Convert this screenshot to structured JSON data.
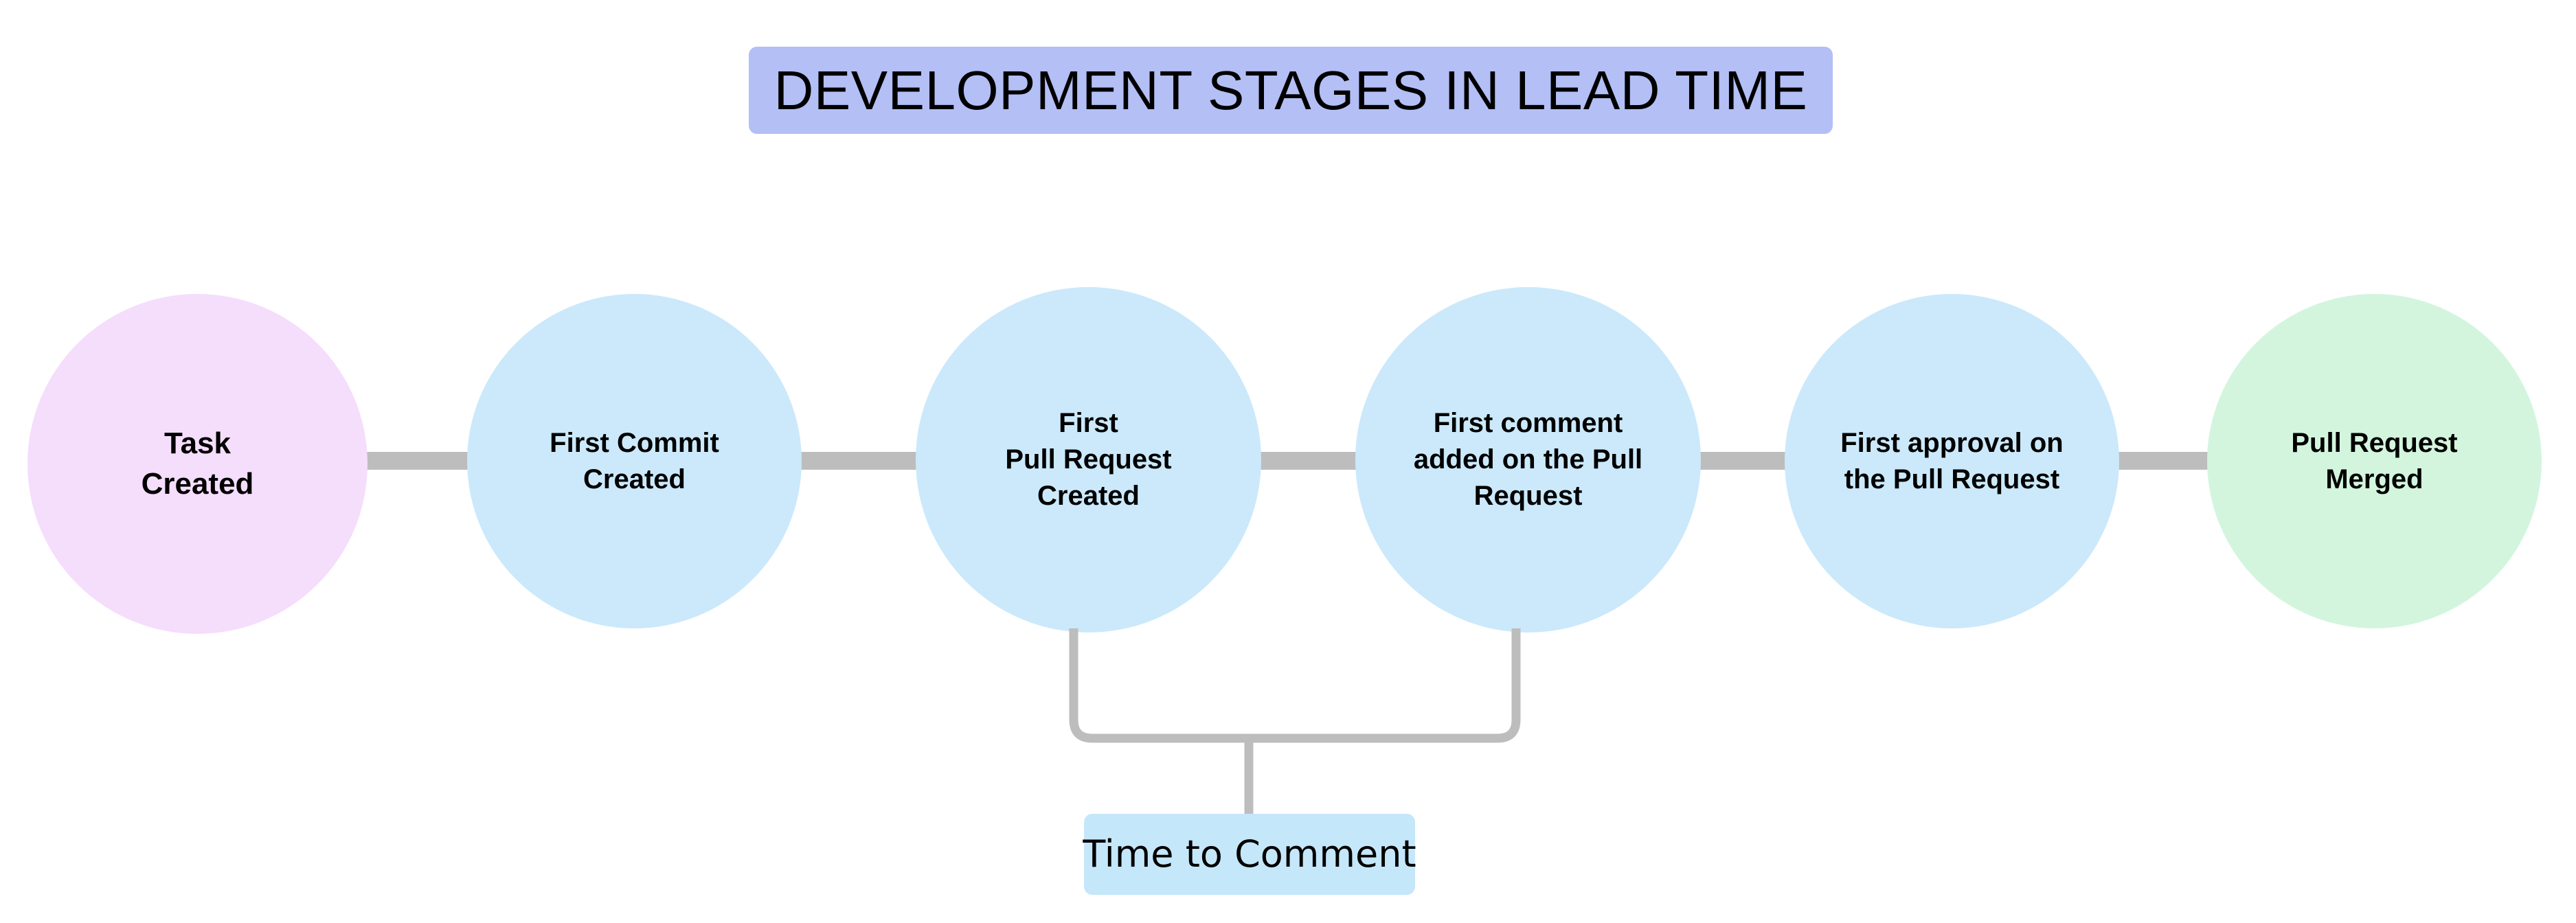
{
  "title": {
    "text": "DEVELOPMENT STAGES IN LEAD TIME",
    "background_color": "#b3bff5",
    "text_color": "#000000"
  },
  "colors": {
    "canvas": "#ffffff",
    "connector_gray": "#bdbdbd",
    "start_pink": "#f5ddfc",
    "stage_blue": "#cbe9fb",
    "end_green": "#d3f5de",
    "label_blue": "#c5e7fa",
    "title_periwinkle": "#b3bff5"
  },
  "flow": {
    "nodes": [
      {
        "id": "task-created",
        "label": "Task\nCreated",
        "color": "#f5ddfc"
      },
      {
        "id": "first-commit",
        "label": "First Commit\nCreated",
        "color": "#cbe9fb"
      },
      {
        "id": "first-pull-request",
        "label": "First\nPull Request\nCreated",
        "color": "#cbe9fb"
      },
      {
        "id": "first-comment",
        "label": "First comment\nadded on the Pull\nRequest",
        "color": "#cbe9fb"
      },
      {
        "id": "first-approval",
        "label": "First approval on\nthe Pull Request",
        "color": "#cbe9fb"
      },
      {
        "id": "pull-request-merged",
        "label": "Pull Request\nMerged",
        "color": "#d3f5de"
      }
    ]
  },
  "annotation": {
    "label": "Time to Comment",
    "spans_from": "first-pull-request",
    "spans_to": "first-comment",
    "background_color": "#c5e7fa"
  }
}
